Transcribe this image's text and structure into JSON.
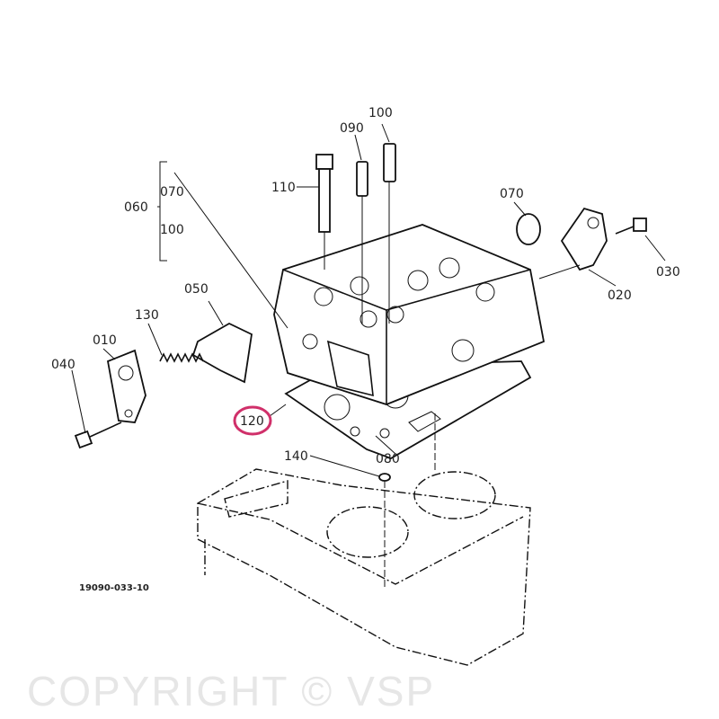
{
  "diagram": {
    "drawing_number": "19090-033-10",
    "watermark": "COPYRIGHT © VSP",
    "highlight_color": "#d0306a",
    "callouts": {
      "p010": "010",
      "p020": "020",
      "p030": "030",
      "p040": "040",
      "p050": "050",
      "p060": "060",
      "p070a": "070",
      "p070b": "070",
      "p080": "080",
      "p090": "090",
      "p100a": "100",
      "p100b": "100",
      "p110": "110",
      "p120": "120",
      "p130": "130",
      "p140": "140"
    }
  }
}
